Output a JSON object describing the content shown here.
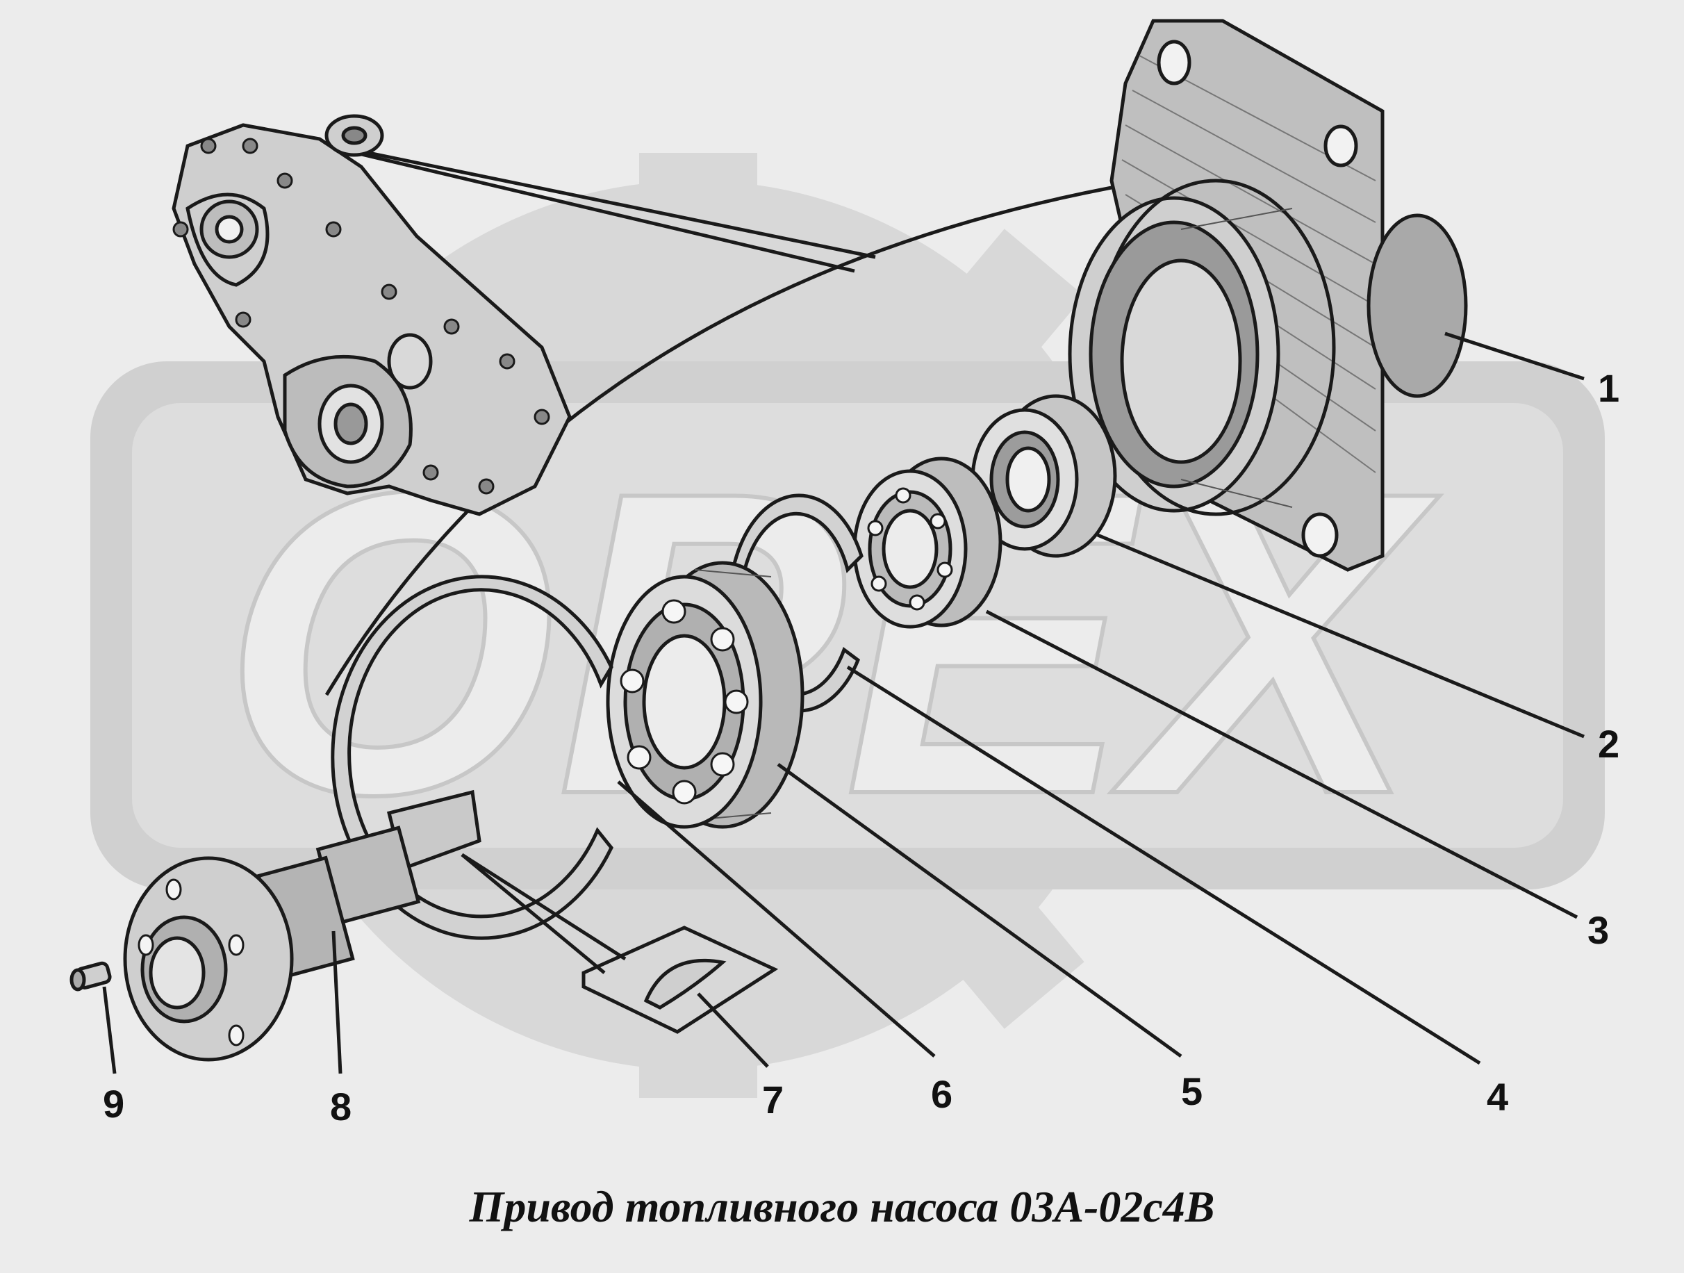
{
  "caption": "Привод топливного насоса 03А-02с4В",
  "watermark": {
    "text": "OPEX",
    "color": "#d4d4d4"
  },
  "callouts": [
    {
      "id": "1",
      "label": "1"
    },
    {
      "id": "2",
      "label": "2"
    },
    {
      "id": "3",
      "label": "3"
    },
    {
      "id": "4",
      "label": "4"
    },
    {
      "id": "5",
      "label": "5"
    },
    {
      "id": "6",
      "label": "6"
    },
    {
      "id": "7",
      "label": "7"
    },
    {
      "id": "8",
      "label": "8"
    },
    {
      "id": "9",
      "label": "9"
    }
  ],
  "colors": {
    "background": "#ececec",
    "line_art": "#1a1a1a",
    "part_fill": "#d0d0d0",
    "part_shade": "#9a9a9a"
  }
}
